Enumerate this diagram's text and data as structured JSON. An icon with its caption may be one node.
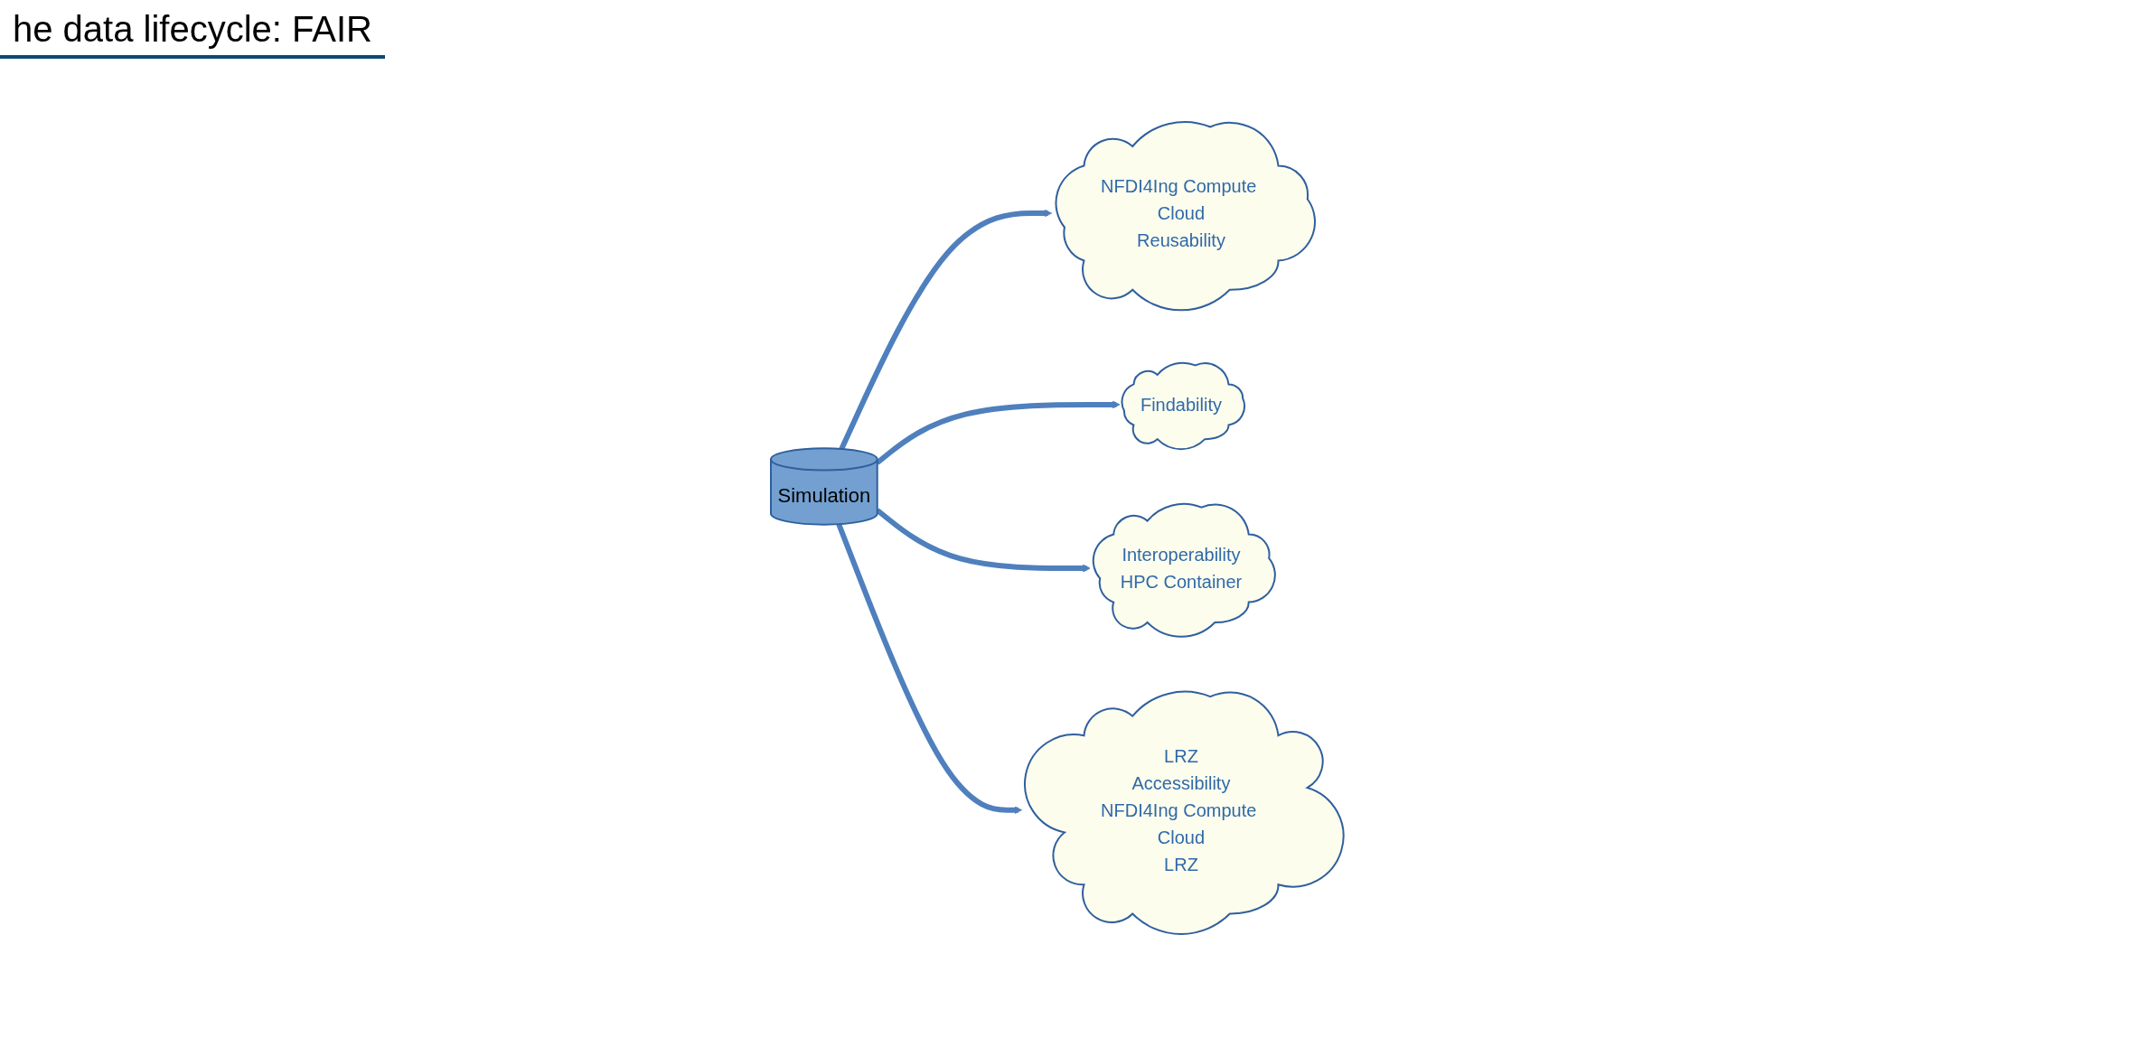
{
  "diagram": {
    "title": "he data lifecycle: FAIR",
    "nodes": [
      {
        "text": [
          "Simulation"
        ]
      },
      {
        "text": [
          "NFDI4Ing Compute Cloud",
          "Reusability"
        ]
      },
      {
        "text": [
          "Findability"
        ]
      },
      {
        "text": [
          "Interoperability",
          "HPC Container"
        ]
      },
      {
        "text": [
          "LRZ",
          "Accessibility",
          "NFDI4Ing Compute Cloud",
          "LRZ"
        ]
      }
    ],
    "edges": [
      {
        "from": 0,
        "to": 1,
        "arrow": "to"
      },
      {
        "from": 0,
        "to": 2,
        "arrow": "to"
      },
      {
        "from": 0,
        "to": 3,
        "arrow": "to"
      },
      {
        "from": 0,
        "to": 4,
        "arrow": "to"
      }
    ]
  }
}
